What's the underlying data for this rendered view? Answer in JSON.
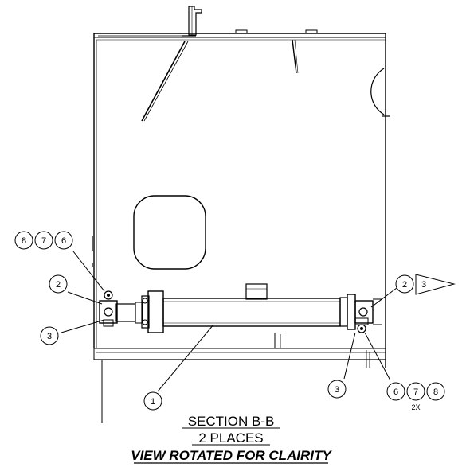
{
  "drawing": {
    "balloons": {
      "left_top": [
        "8",
        "7",
        "6"
      ],
      "left_mid": "2",
      "left_low": "3",
      "center": "1",
      "right_mid": "2",
      "right_flag": "3",
      "right_low": "3",
      "right_bottom": [
        "6",
        "7",
        "8"
      ],
      "multiplier": "2X"
    },
    "caption": {
      "line1": "SECTION B-B",
      "line2": "2 PLACES",
      "line3": "VIEW ROTATED FOR CLAIRITY"
    }
  }
}
